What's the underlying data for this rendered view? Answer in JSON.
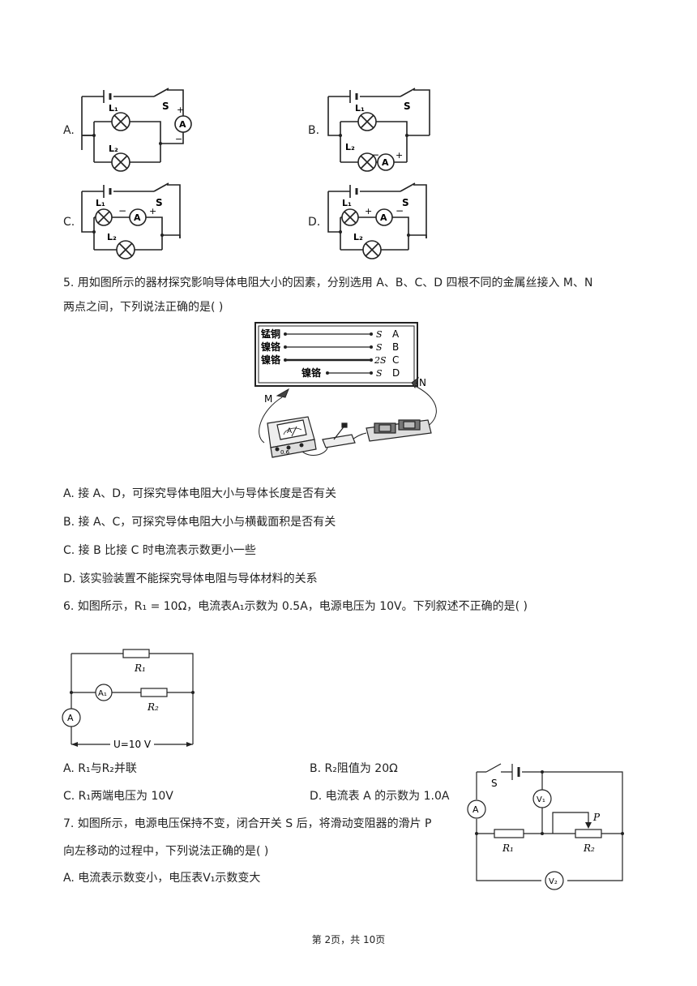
{
  "q4_options": {
    "A": {
      "label": "A.",
      "lbl_L1": "L₁",
      "lbl_L2": "L₂",
      "lbl_S": "S",
      "lbl_A": "A",
      "plus": "+",
      "minus": "−"
    },
    "B": {
      "label": "B.",
      "lbl_L1": "L₁",
      "lbl_L2": "L₂",
      "lbl_S": "S",
      "lbl_A": "A",
      "plus": "+",
      "minus": "−"
    },
    "C": {
      "label": "C.",
      "lbl_L1": "L₁",
      "lbl_L2": "L₂",
      "lbl_S": "S",
      "lbl_A": "A",
      "plus": "+",
      "minus": "−"
    },
    "D": {
      "label": "D.",
      "lbl_L1": "L₁",
      "lbl_L2": "L₂",
      "lbl_S": "S",
      "lbl_A": "A",
      "plus": "+",
      "minus": "−"
    }
  },
  "q5": {
    "line1": "5. 用如图所示的器材探究影响导体电阻大小的因素，分别选用 A、B、C、D 四根不同的金属丝接入 M、N",
    "line2": "两点之间，下列说法正确的是(    )",
    "wires": [
      {
        "material": "锰铜",
        "area": "S",
        "letter": "A"
      },
      {
        "material": "镍铬",
        "area": "S",
        "letter": "B"
      },
      {
        "material": "镍铬",
        "area": "2S",
        "letter": "C"
      },
      {
        "material": "镍铬",
        "area": "S",
        "letter": "D"
      }
    ],
    "label_M": "M",
    "label_N": "N",
    "meter_letter": "A",
    "meter_scale": "0.6",
    "options": [
      "A. 接 A、D，可探究导体电阻大小与导体长度是否有关",
      "B. 接 A、C，可探究导体电阻大小与横截面积是否有关",
      "C. 接 B 比接 C 时电流表示数更小一些",
      "D. 该实验装置不能探究导体电阻与导体材料的关系"
    ]
  },
  "q6": {
    "stem": "6. 如图所示，R₁ = 10Ω，电流表A₁示数为 0.5A，电源电压为 10V。下列叙述不正确的是(    )",
    "lbl_R1": "R₁",
    "lbl_R2": "R₂",
    "lbl_A1": "A₁",
    "lbl_A": "A",
    "lbl_U": "U=10 V",
    "options": {
      "A": "A. R₁与R₂并联",
      "B": "B. R₂阻值为 20Ω",
      "C": "C. R₁两端电压为 10V",
      "D": "D. 电流表 A 的示数为 1.0A"
    }
  },
  "q7": {
    "line1": "7. 如图所示，电源电压保持不变，闭合开关 S 后，将滑动变阻器的滑片 P",
    "line2": "向左移动的过程中，下列说法正确的是(    )",
    "optA": "A. 电流表示数变小，电压表V₁示数变大",
    "lbl_S": "S",
    "lbl_A": "A",
    "lbl_V1": "V₁",
    "lbl_V2": "V₂",
    "lbl_P": "P",
    "lbl_R1": "R₁",
    "lbl_R2": "R₂"
  },
  "footer": "第 2页，共 10页"
}
